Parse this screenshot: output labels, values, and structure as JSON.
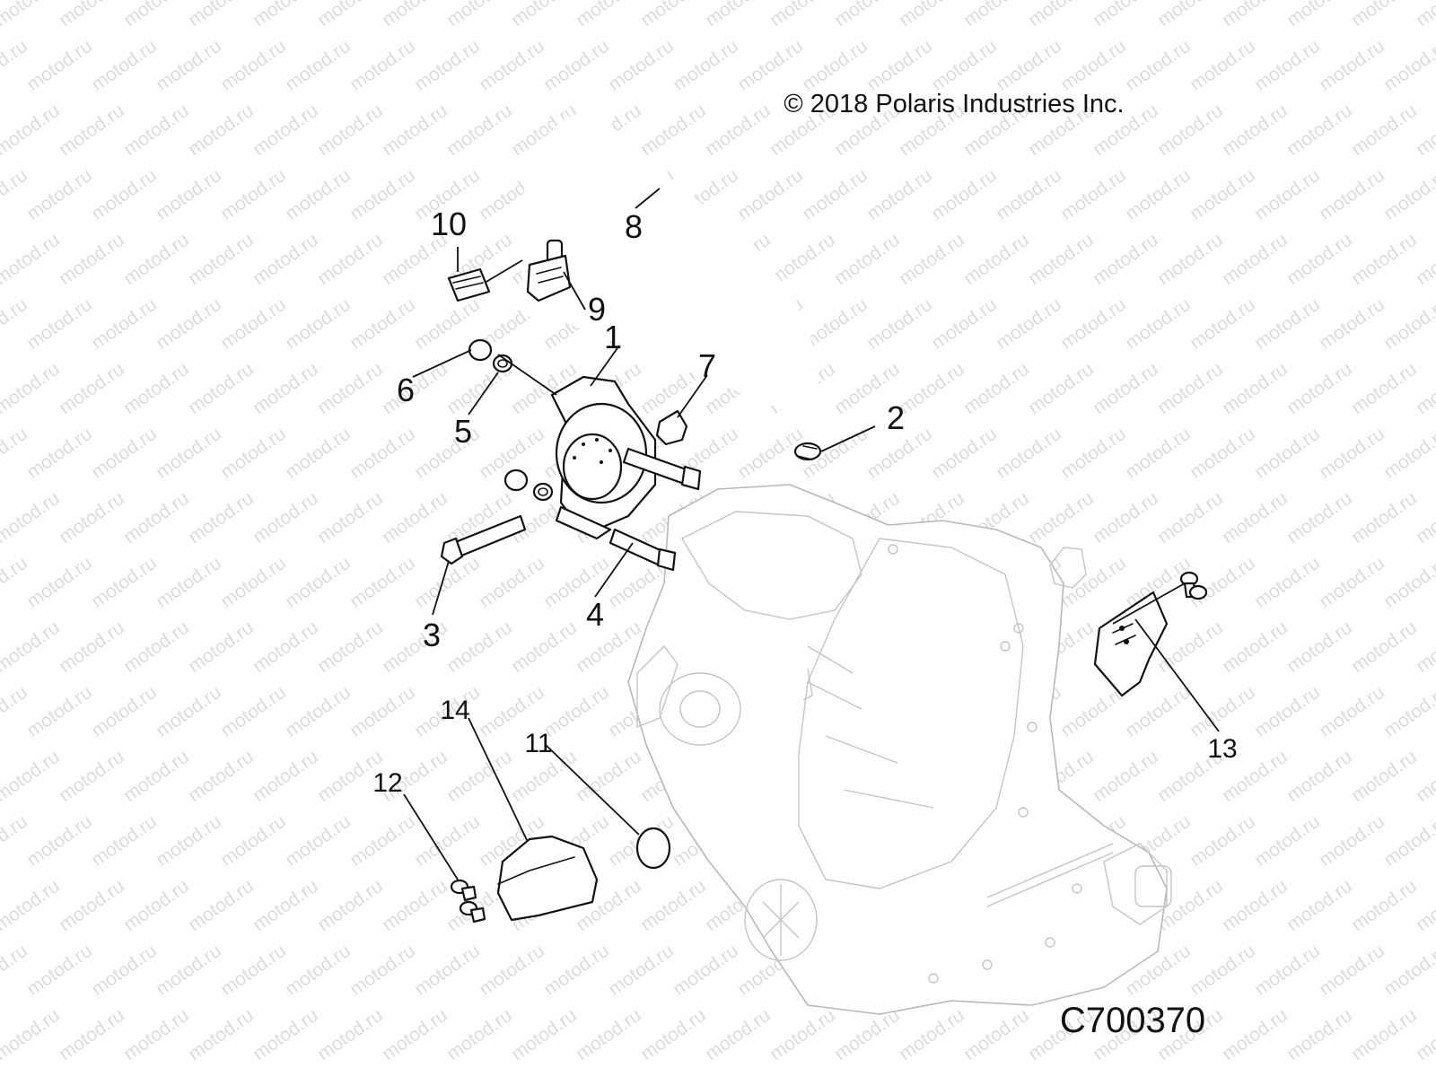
{
  "copyright": "© 2018 Polaris Industries Inc.",
  "figure_code": "C700370",
  "watermark": "motod.ru",
  "callouts": [
    {
      "id": "1",
      "label": "1"
    },
    {
      "id": "2",
      "label": "2"
    },
    {
      "id": "3",
      "label": "3"
    },
    {
      "id": "4",
      "label": "4"
    },
    {
      "id": "5",
      "label": "5"
    },
    {
      "id": "6",
      "label": "6"
    },
    {
      "id": "7",
      "label": "7"
    },
    {
      "id": "8",
      "label": "8"
    },
    {
      "id": "9",
      "label": "9"
    },
    {
      "id": "10",
      "label": "10"
    },
    {
      "id": "11",
      "label": "11"
    },
    {
      "id": "12",
      "label": "12"
    },
    {
      "id": "13",
      "label": "13"
    },
    {
      "id": "14",
      "label": "14"
    }
  ],
  "colors": {
    "ink": "#111111",
    "background_part": "#b8b8b8",
    "watermark": "#dcdcdc"
  }
}
